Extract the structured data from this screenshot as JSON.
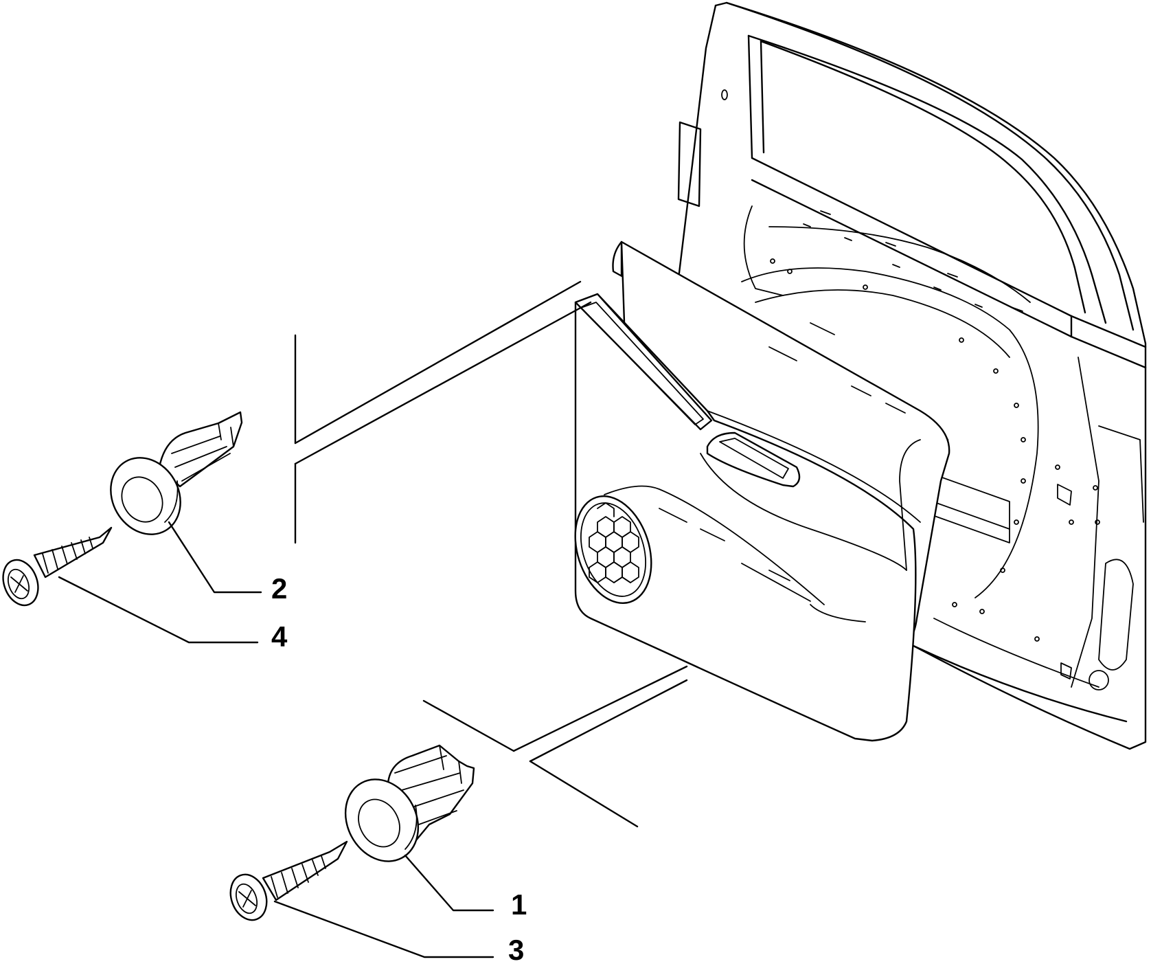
{
  "diagram": {
    "callouts": [
      {
        "id": "1",
        "label": "1",
        "part": "panel-clip-large"
      },
      {
        "id": "2",
        "label": "2",
        "part": "panel-clip-small"
      },
      {
        "id": "3",
        "label": "3",
        "part": "screw-lower"
      },
      {
        "id": "4",
        "label": "4",
        "part": "screw-upper"
      }
    ],
    "colors": {
      "line": "#000000",
      "background": "#ffffff"
    }
  }
}
